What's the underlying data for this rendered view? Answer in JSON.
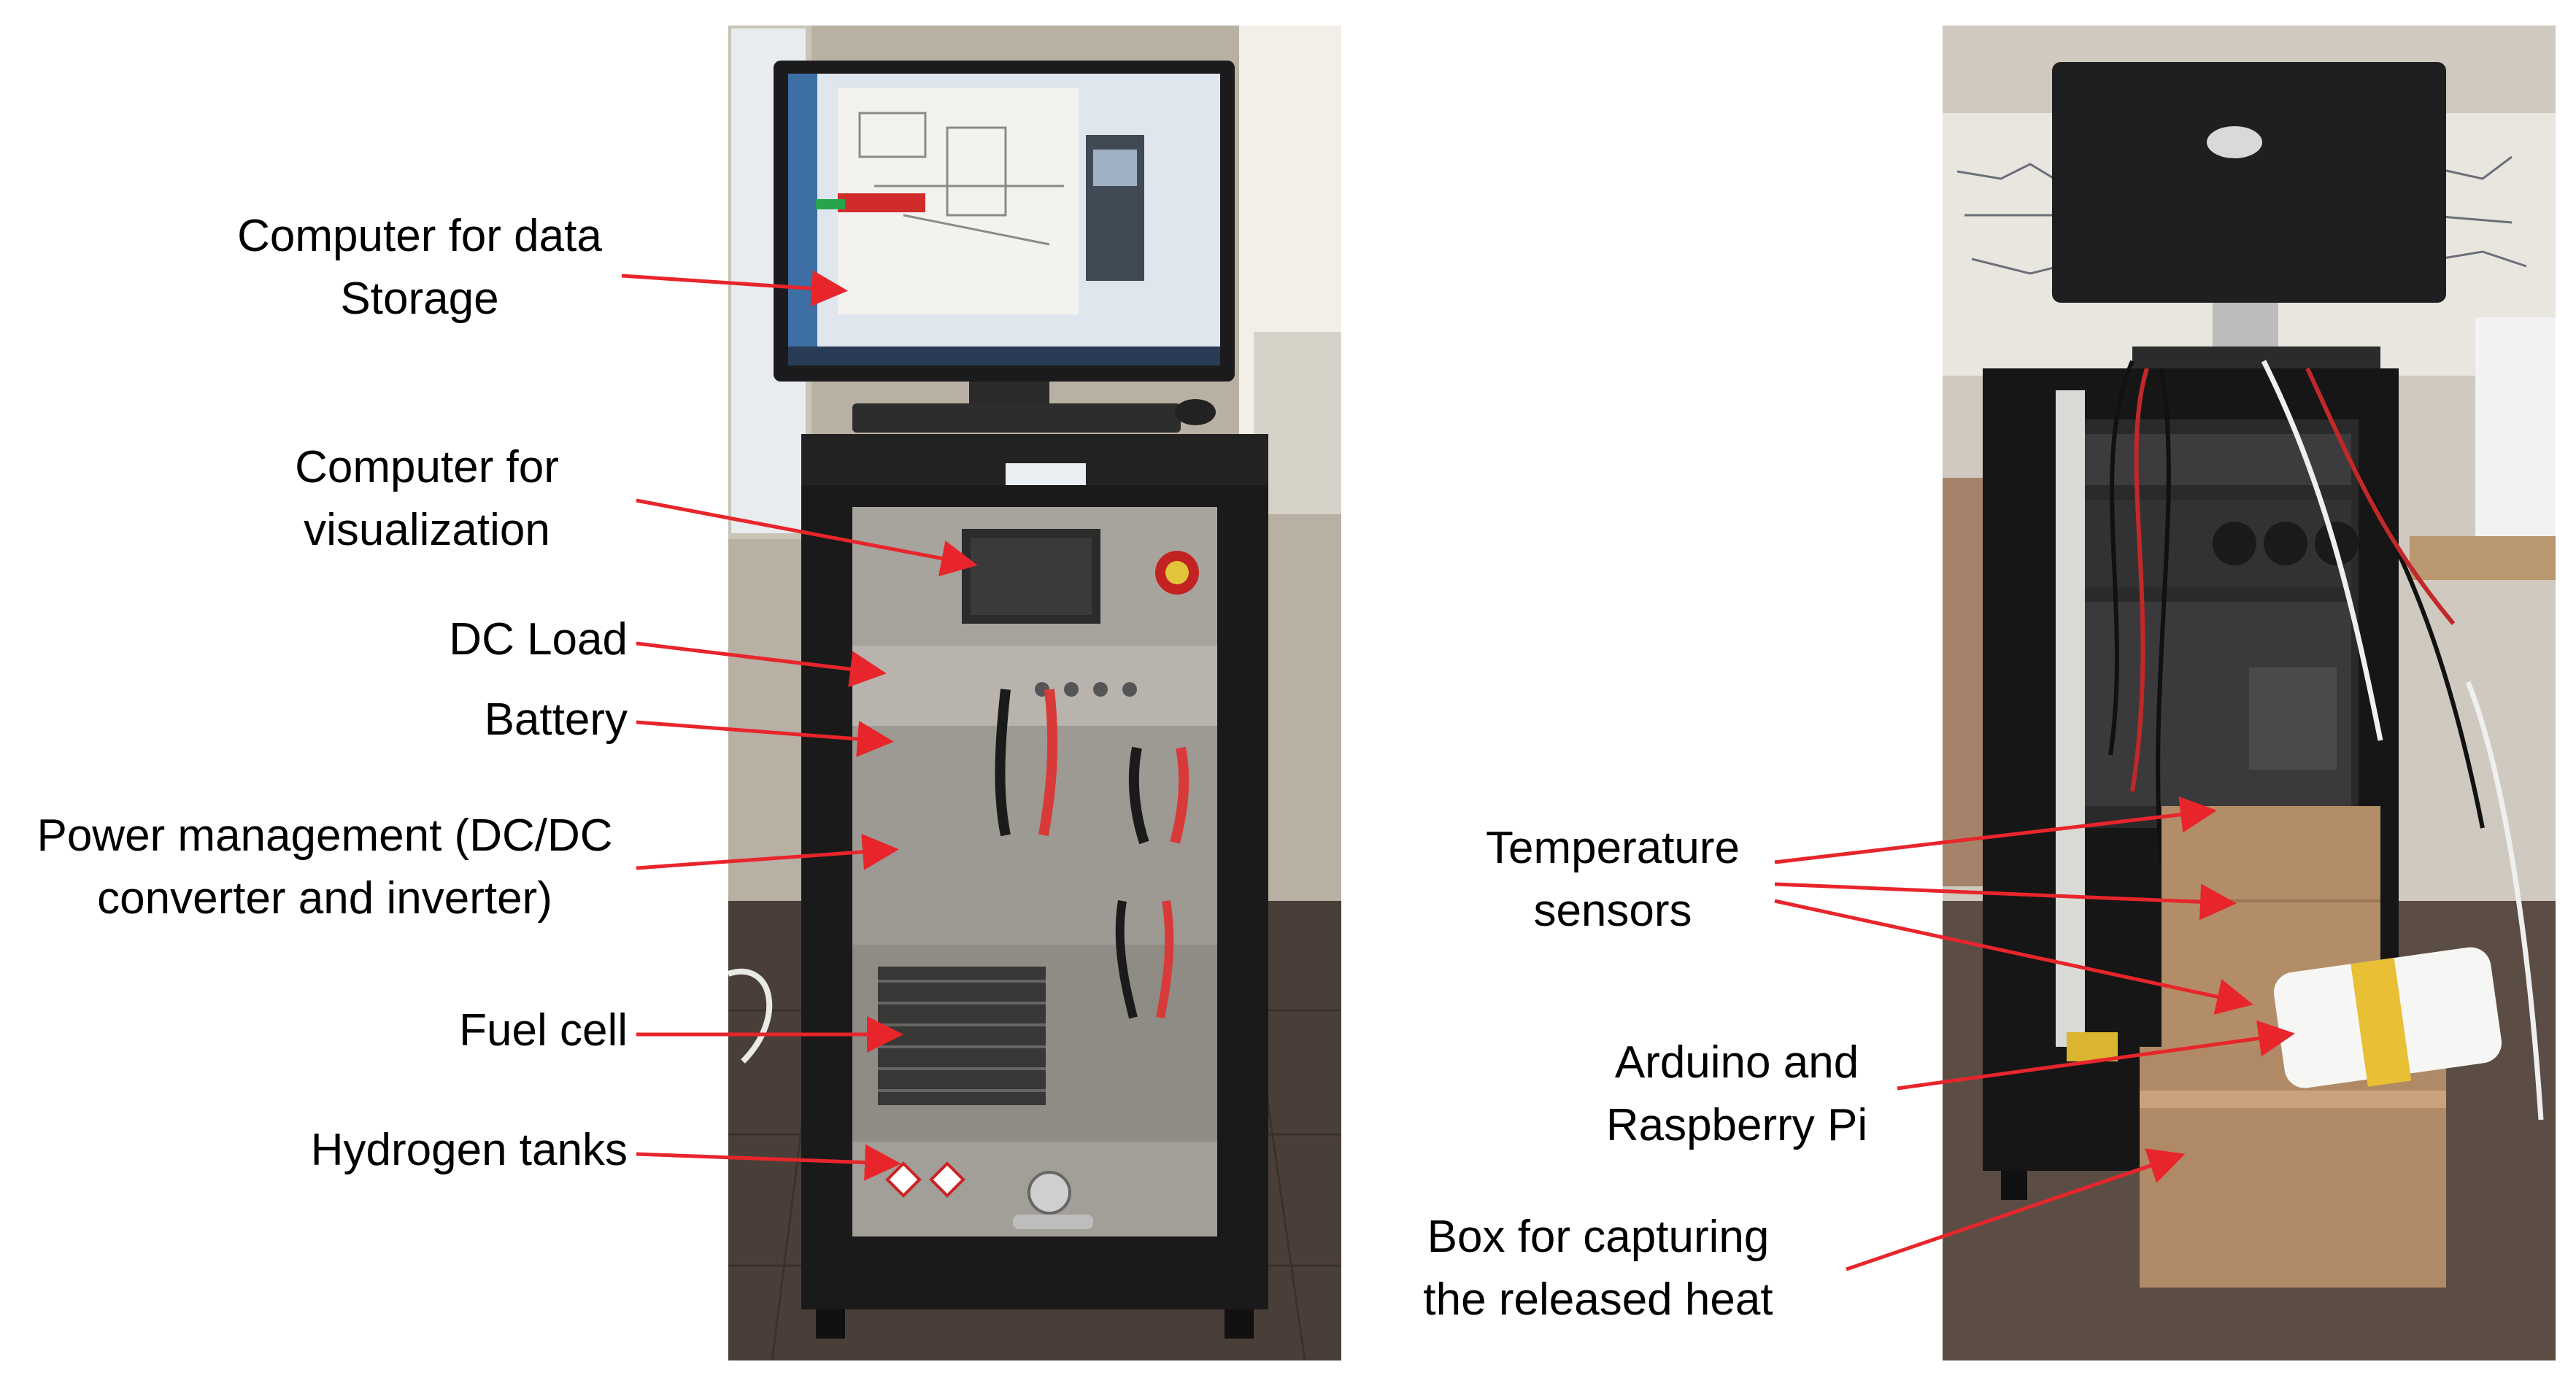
{
  "colors": {
    "arrow": "#e8252b",
    "label_text": "#000000",
    "background": "#ffffff"
  },
  "left_photo": {
    "labels": {
      "computer_storage": [
        "Computer for data",
        "Storage"
      ],
      "computer_visualization": [
        "Computer for",
        "visualization"
      ],
      "dc_load": "DC Load",
      "battery": "Battery",
      "power_management": [
        "Power management (DC/DC",
        "converter and inverter)"
      ],
      "fuel_cell": "Fuel cell",
      "hydrogen_tanks": "Hydrogen tanks"
    }
  },
  "right_photo": {
    "labels": {
      "temperature_sensors": [
        "Temperature",
        "sensors"
      ],
      "arduino_raspberry": [
        "Arduino and",
        "Raspberry Pi"
      ],
      "heat_box": [
        "Box for capturing",
        "the released heat"
      ]
    }
  }
}
